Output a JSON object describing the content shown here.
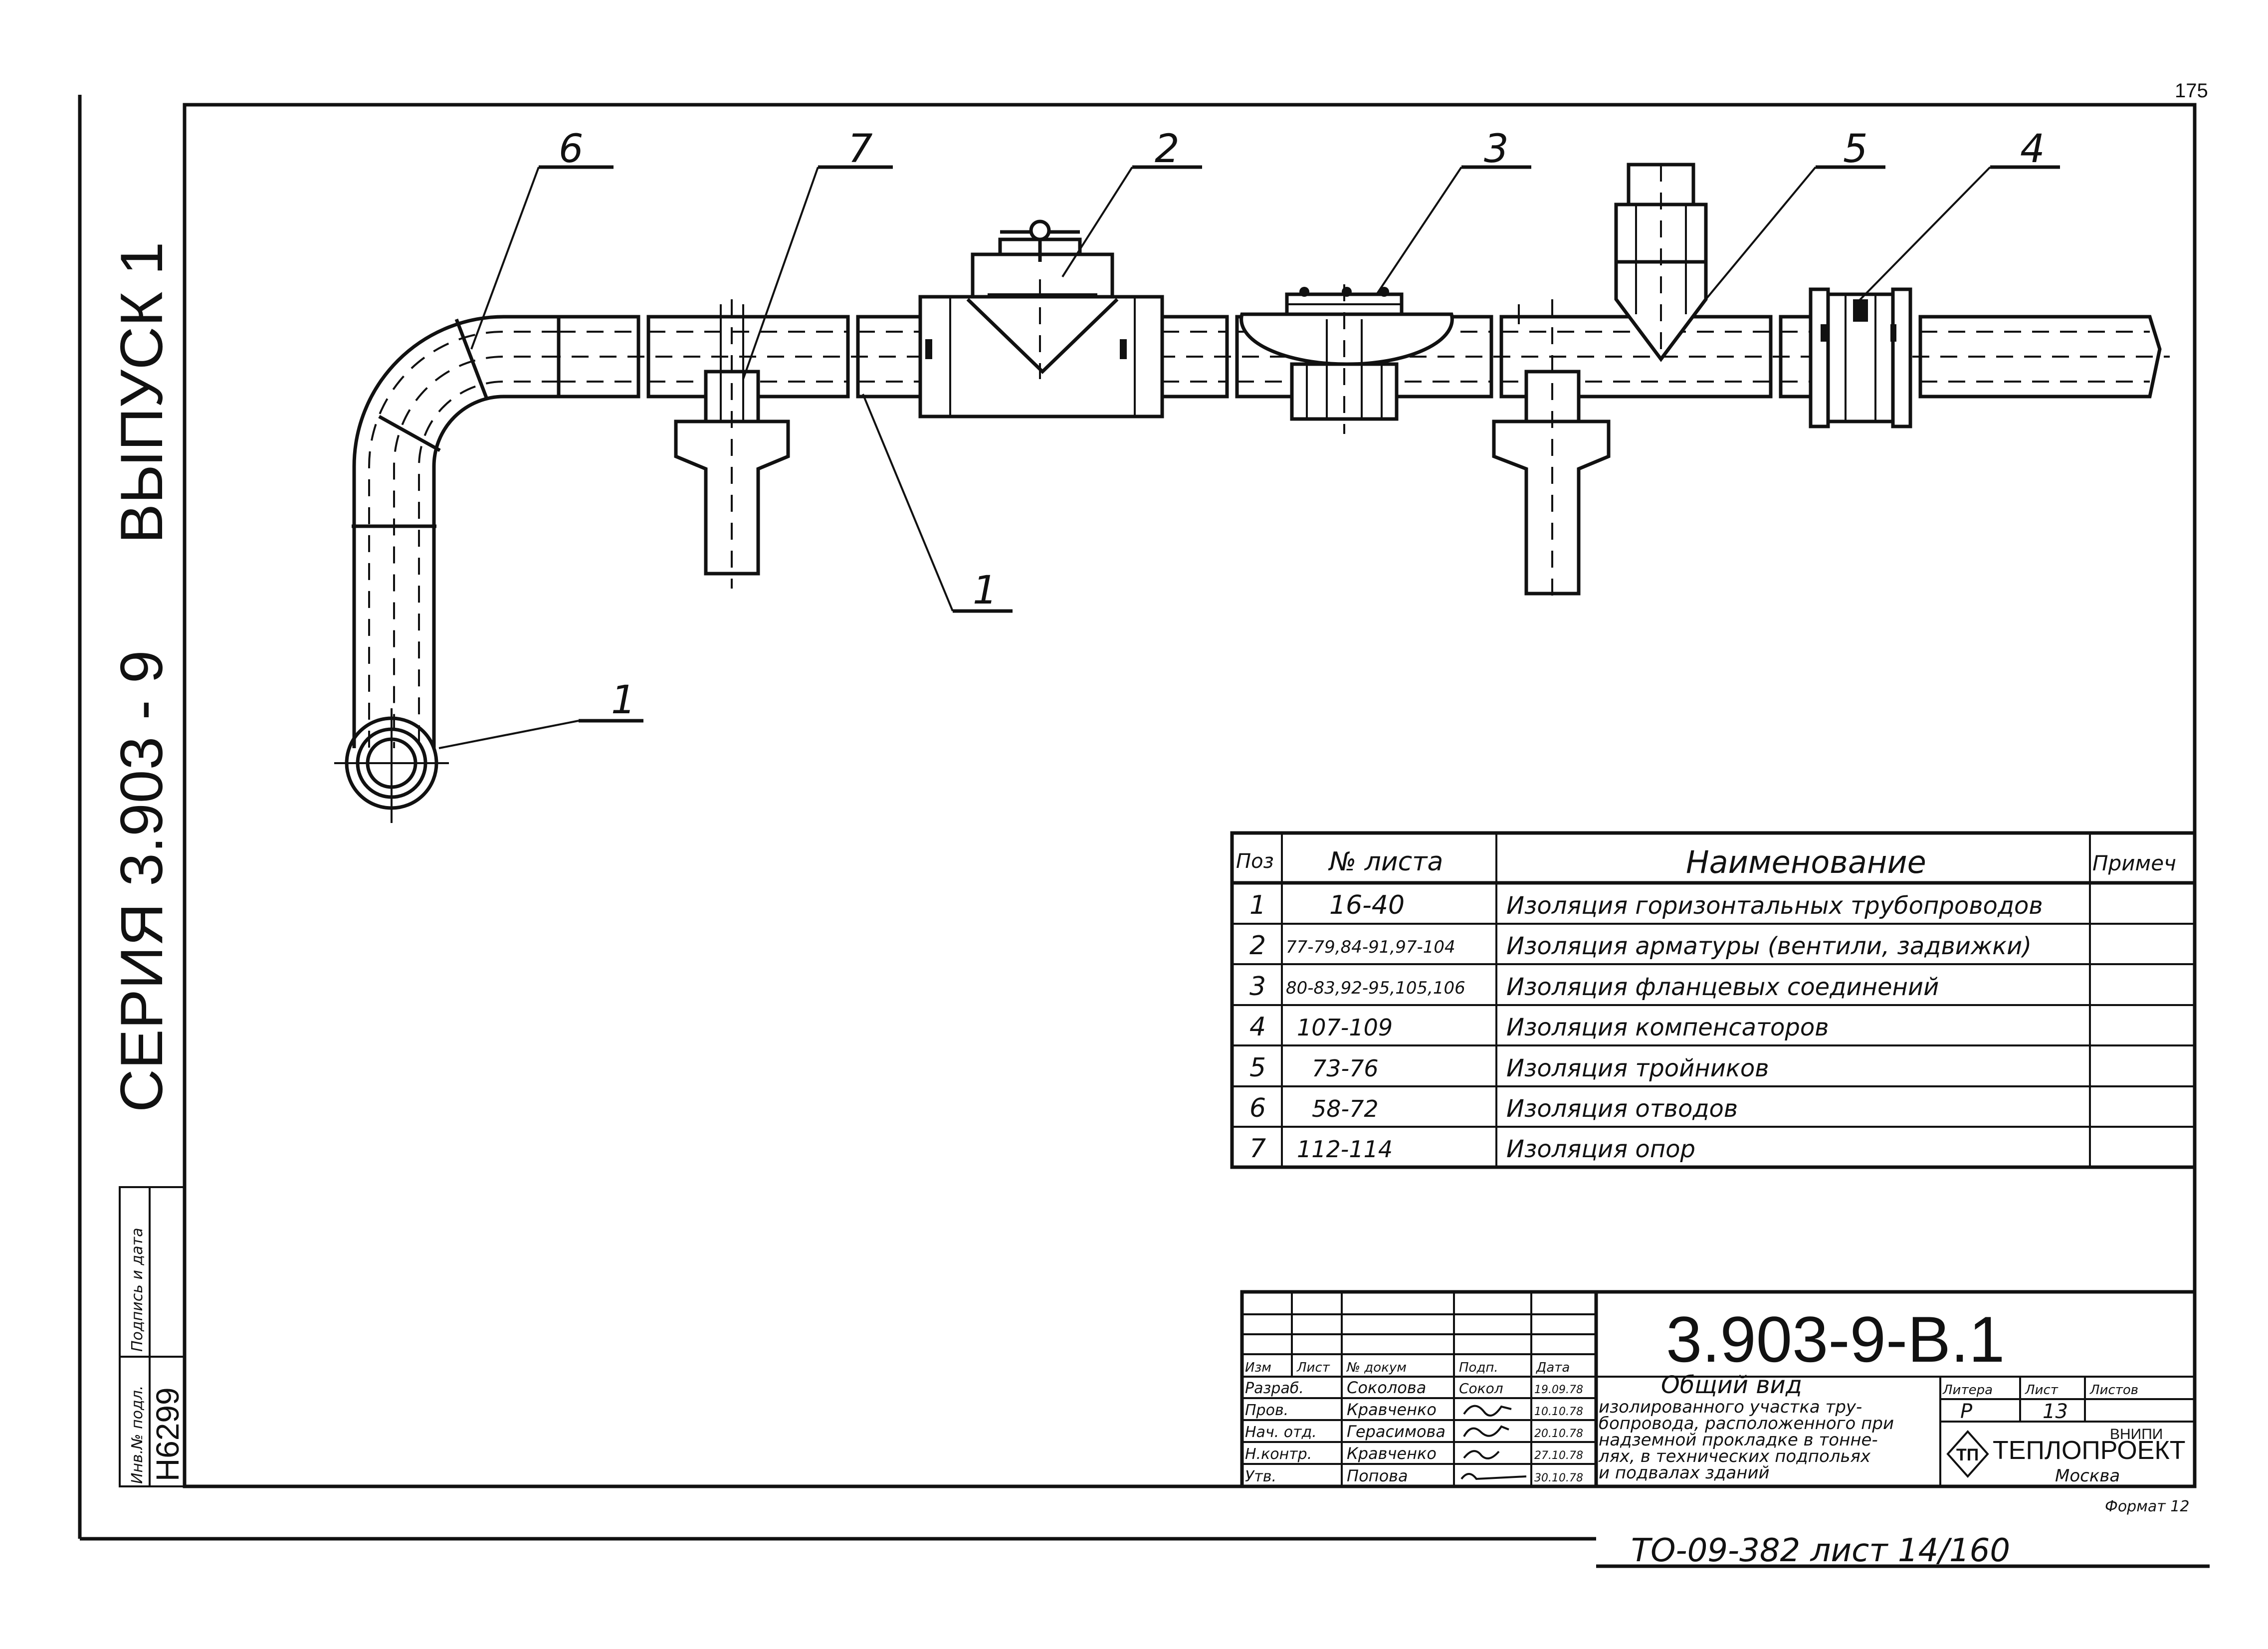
{
  "corner_page_number": "175",
  "side_stamp": {
    "series_text": "СЕРИЯ  3.903 - 9",
    "issue_text": "ВЫПУСК 1",
    "inventory_label": "Инв.№ подл.",
    "signature_label": "Подпись и дата",
    "inventory_number": "Н6299"
  },
  "callouts": [
    {
      "id": "6",
      "label": "6"
    },
    {
      "id": "7",
      "label": "7"
    },
    {
      "id": "2",
      "label": "2"
    },
    {
      "id": "3",
      "label": "3"
    },
    {
      "id": "5",
      "label": "5"
    },
    {
      "id": "4",
      "label": "4"
    },
    {
      "id": "1a",
      "label": "1"
    },
    {
      "id": "1b",
      "label": "1"
    }
  ],
  "spec_table": {
    "headers": [
      "Поз",
      "№ листа",
      "Наименование",
      "Примеч"
    ],
    "rows": [
      [
        "1",
        "16-40",
        "Изоляция горизонтальных трубопроводов",
        ""
      ],
      [
        "2",
        "77-79,84-91,97-104",
        "Изоляция арматуры (вентили, задвижки)",
        ""
      ],
      [
        "3",
        "80-83,92-95,105,106",
        "Изоляция фланцевых соединений",
        ""
      ],
      [
        "4",
        "107-109",
        "Изоляция компенсаторов",
        ""
      ],
      [
        "5",
        "73-76",
        "Изоляция тройников",
        ""
      ],
      [
        "6",
        "58-72",
        "Изоляция отводов",
        ""
      ],
      [
        "7",
        "112-114",
        "Изоляция опор",
        ""
      ]
    ]
  },
  "title_block": {
    "designation": "3.903-9-В.1",
    "col_headers": [
      "Изм",
      "Лист",
      "№ докум",
      "Подп.",
      "Дата"
    ],
    "staff": [
      {
        "role": "Разраб.",
        "name": "Соколова",
        "sign": "Сокол",
        "date": "19.09.78"
      },
      {
        "role": "Пров.",
        "name": "Кравченко",
        "sign": "",
        "date": "10.10.78"
      },
      {
        "role": "Нач. отд.",
        "name": "Герасимова",
        "sign": "",
        "date": "20.10.78"
      },
      {
        "role": "Н.контр.",
        "name": "Кравченко",
        "sign": "",
        "date": "27.10.78"
      },
      {
        "role": "Утв.",
        "name": "Попова",
        "sign": "",
        "date": "30.10.78"
      }
    ],
    "doc_title": "Общий вид изолированного участка трубопровода, расположенного при надземной прокладке в тоннелях, в технических подпольях и подвалах зданий",
    "doc_title_lines": [
      "Общий вид",
      "изолированного участка тру-",
      "бопровода, расположенного при",
      "надземной прокладке в тонне-",
      "лях, в технических подпольях",
      "и подвалах зданий"
    ],
    "stage_label": "Литера",
    "stage_value": "Р",
    "sheet_label": "Лист",
    "sheet_value": "13",
    "sheets_label": "Листов",
    "sheets_value": "",
    "org_top": "ВНИПИ",
    "org_name": "ТЕПЛОПРОЕКТ",
    "org_city": "Москва",
    "org_logo": "ТП"
  },
  "format_note": "Формат 12",
  "bottom_note": "ТО-09-382  лист 14/160"
}
